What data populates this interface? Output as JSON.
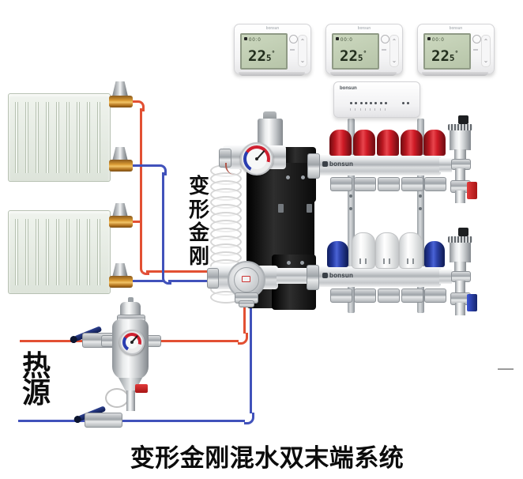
{
  "title": "变形金刚混水双末端系统",
  "labels": {
    "mixer": "变形金刚",
    "heat_source": "热源"
  },
  "brand": "bonsun",
  "thermostat": {
    "brand": "bonsun",
    "time": "00:0",
    "temp_main": "22",
    "temp_frac": "5",
    "unit": "°"
  },
  "control_box": {
    "brand": "bonsun"
  },
  "colors": {
    "pipe_hot": "#e25033",
    "pipe_cold": "#4152bb",
    "manifold_cap_red": "#cf1b26",
    "manifold_cap_blue": "#2c41a8"
  }
}
